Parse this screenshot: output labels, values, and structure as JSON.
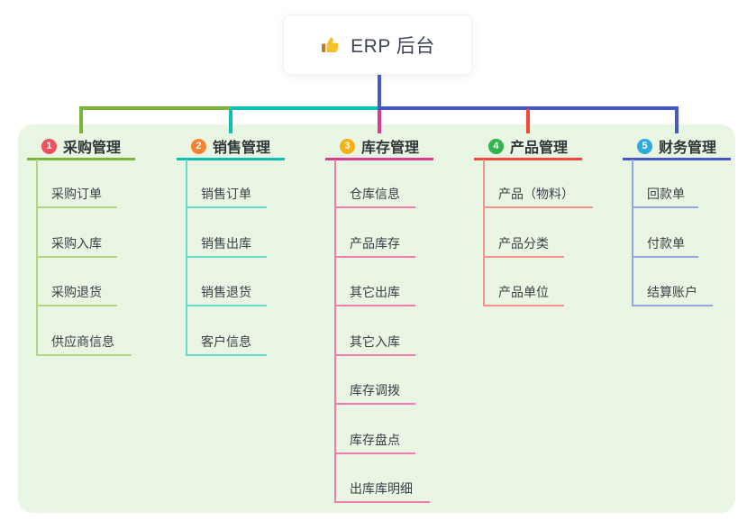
{
  "root": {
    "label": "ERP 后台",
    "icon": "thumbs-up",
    "connector_color": "#4459C7"
  },
  "canvas": {
    "background": "#ffffff",
    "panel_color": "#EAF6E4"
  },
  "branches": [
    {
      "number": "1",
      "title": "采购管理",
      "badge_color": "#F3505E",
      "line_color": "#7CB43E",
      "child_line_color": "#AFD784",
      "children": [
        "采购订单",
        "采购入库",
        "采购退货",
        "供应商信息"
      ]
    },
    {
      "number": "2",
      "title": "销售管理",
      "badge_color": "#F8822F",
      "line_color": "#0CBFB2",
      "child_line_color": "#6BD8CC",
      "children": [
        "销售订单",
        "销售出库",
        "销售退货",
        "客户信息"
      ]
    },
    {
      "number": "3",
      "title": "库存管理",
      "badge_color": "#F9B016",
      "line_color": "#D83C8E",
      "child_line_color": "#F27BB0",
      "children": [
        "仓库信息",
        "产品库存",
        "其它出库",
        "其它入库",
        "库存调拨",
        "库存盘点",
        "出库库明细"
      ]
    },
    {
      "number": "4",
      "title": "产品管理",
      "badge_color": "#30B44B",
      "line_color": "#F3463D",
      "child_line_color": "#F5928C",
      "children": [
        "产品（物料）",
        "产品分类",
        "产品单位"
      ]
    },
    {
      "number": "5",
      "title": "财务管理",
      "badge_color": "#30A9DF",
      "line_color": "#4459C7",
      "child_line_color": "#94A8E3",
      "children": [
        "回款单",
        "付款单",
        "结算账户"
      ]
    }
  ],
  "icon_colors": {
    "thumb_hand": "#F5C02C",
    "thumb_cuff": "#BD7A32"
  }
}
